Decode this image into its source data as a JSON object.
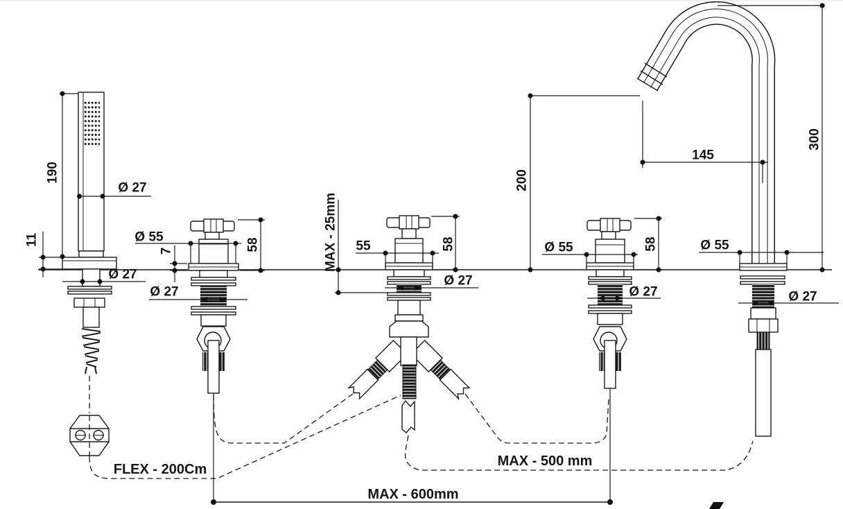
{
  "dimensions": {
    "hand_shower": {
      "length": "190",
      "head_diameter": "Ø 27",
      "flange_height": "11",
      "shank_diameter": "Ø 27"
    },
    "left_valve": {
      "cap_diameter": "Ø 55",
      "flange_height": "7",
      "height_above_deck": "58",
      "shank_diameter": "Ø 27"
    },
    "diverter": {
      "max_deck_thickness": "MAX - 25mm",
      "cap_width": "55",
      "height_above_deck": "58",
      "shank_diameter": "Ø 27"
    },
    "right_valve": {
      "cap_diameter": "Ø 55",
      "height_above_deck": "58",
      "shank_diameter": "Ø 27"
    },
    "spout": {
      "reach": "145",
      "outlet_height": "200",
      "overall_height": "300",
      "base_diameter": "Ø 55",
      "shank_diameter": "Ø 27"
    }
  },
  "hoses": {
    "hand_shower_flex": "FLEX - 200Cm",
    "spout_connection": "MAX - 500 mm",
    "valves_span": "MAX - 600mm"
  },
  "colors": {
    "line": "#1a1a1a",
    "background": "#ffffff",
    "thread_fill": "#1c1c1c"
  }
}
